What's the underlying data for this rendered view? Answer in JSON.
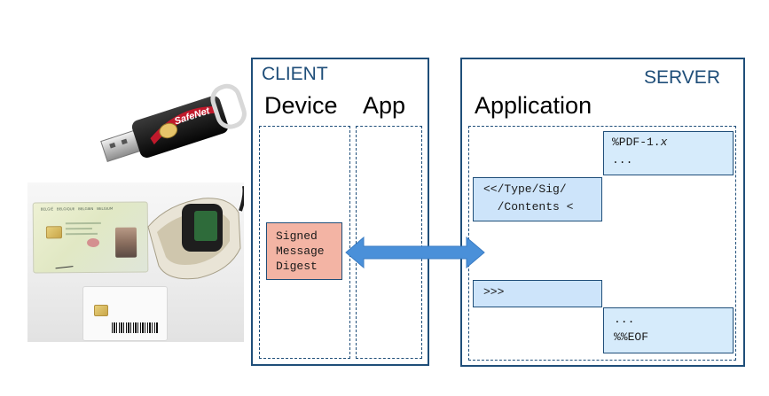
{
  "client": {
    "title": "CLIENT",
    "device_label": "Device",
    "app_label": "App",
    "signed_box": [
      "Signed",
      "Message",
      "Digest"
    ]
  },
  "server": {
    "title": "SERVER",
    "application_label": "Application",
    "pdf_header": {
      "line1_prefix": "%PDF-1.",
      "line1_var": "x",
      "line2": "..."
    },
    "pdf_signature": {
      "line1": "<</Type/Sig/",
      "line2": "  /Contents <"
    },
    "pdf_close": ">>>",
    "pdf_trailer": {
      "line1": "...",
      "line2": "%%EOF"
    }
  },
  "token": {
    "brand": "SafeNet"
  },
  "id_card": {
    "header_words": [
      "BELGIË",
      "BELGIQUE",
      "BELGIEN",
      "BELGIUM"
    ]
  },
  "arrow": {
    "direction": "bidirectional",
    "color": "#4a90d9"
  },
  "colors": {
    "panel_border": "#1f4e79",
    "signed_fill": "#f3b4a4",
    "pdf_fill": "#cde4fa"
  }
}
